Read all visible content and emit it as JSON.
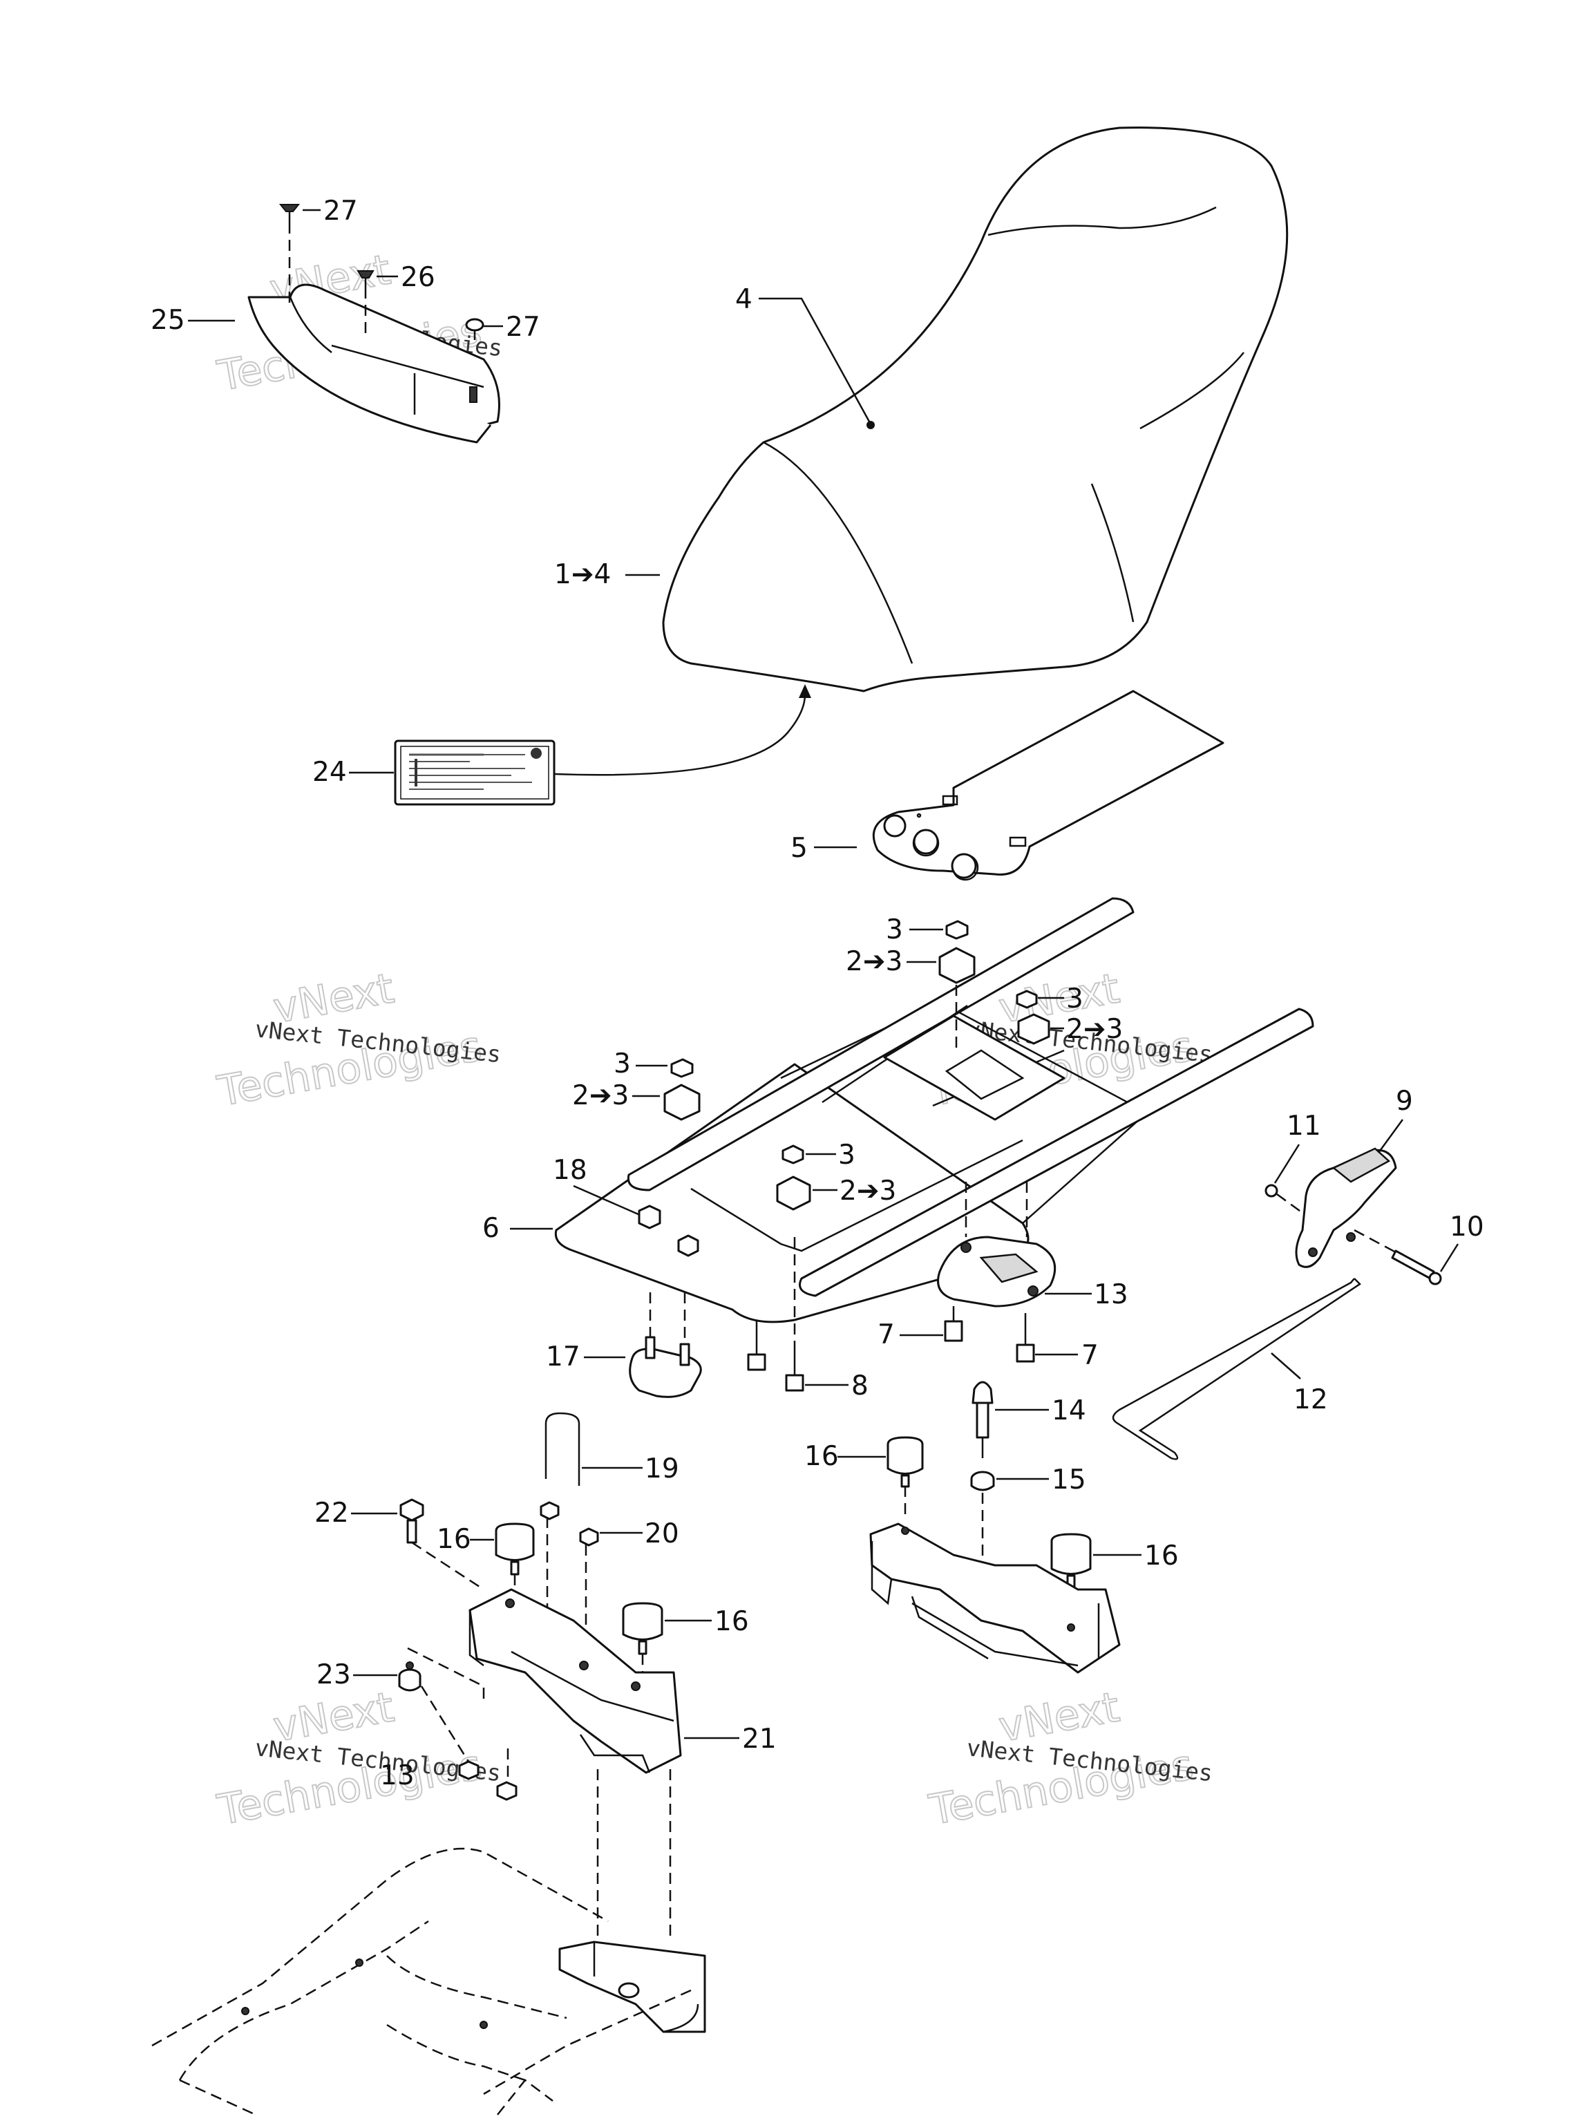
{
  "watermark": {
    "line1": "vNext Technologies",
    "line2_big": "Technologies",
    "line1_big": "vNext"
  },
  "callouts": {
    "c27a": "27",
    "c26": "26",
    "c25": "25",
    "c27b": "27",
    "c4": "4",
    "c1to4": "1➔4",
    "c24": "24",
    "c5": "5",
    "c3a": "3",
    "c2to3a": "2➔3",
    "c3b": "3",
    "c2to3b": "2➔3",
    "c3c": "3",
    "c2to3c": "2➔3",
    "c3d": "3",
    "c2to3d": "2➔3",
    "c18": "18",
    "c6": "6",
    "c9": "9",
    "c11": "11",
    "c10": "10",
    "c13": "13",
    "c7a": "7",
    "c7b": "7",
    "c17": "17",
    "c8": "8",
    "c12": "12",
    "c14": "14",
    "c15": "15",
    "c16a": "16",
    "c16b": "16",
    "c16c": "16",
    "c16d": "16",
    "c19": "19",
    "c20": "20",
    "c22": "22",
    "c23": "23",
    "c21": "21",
    "c13b": "13"
  }
}
